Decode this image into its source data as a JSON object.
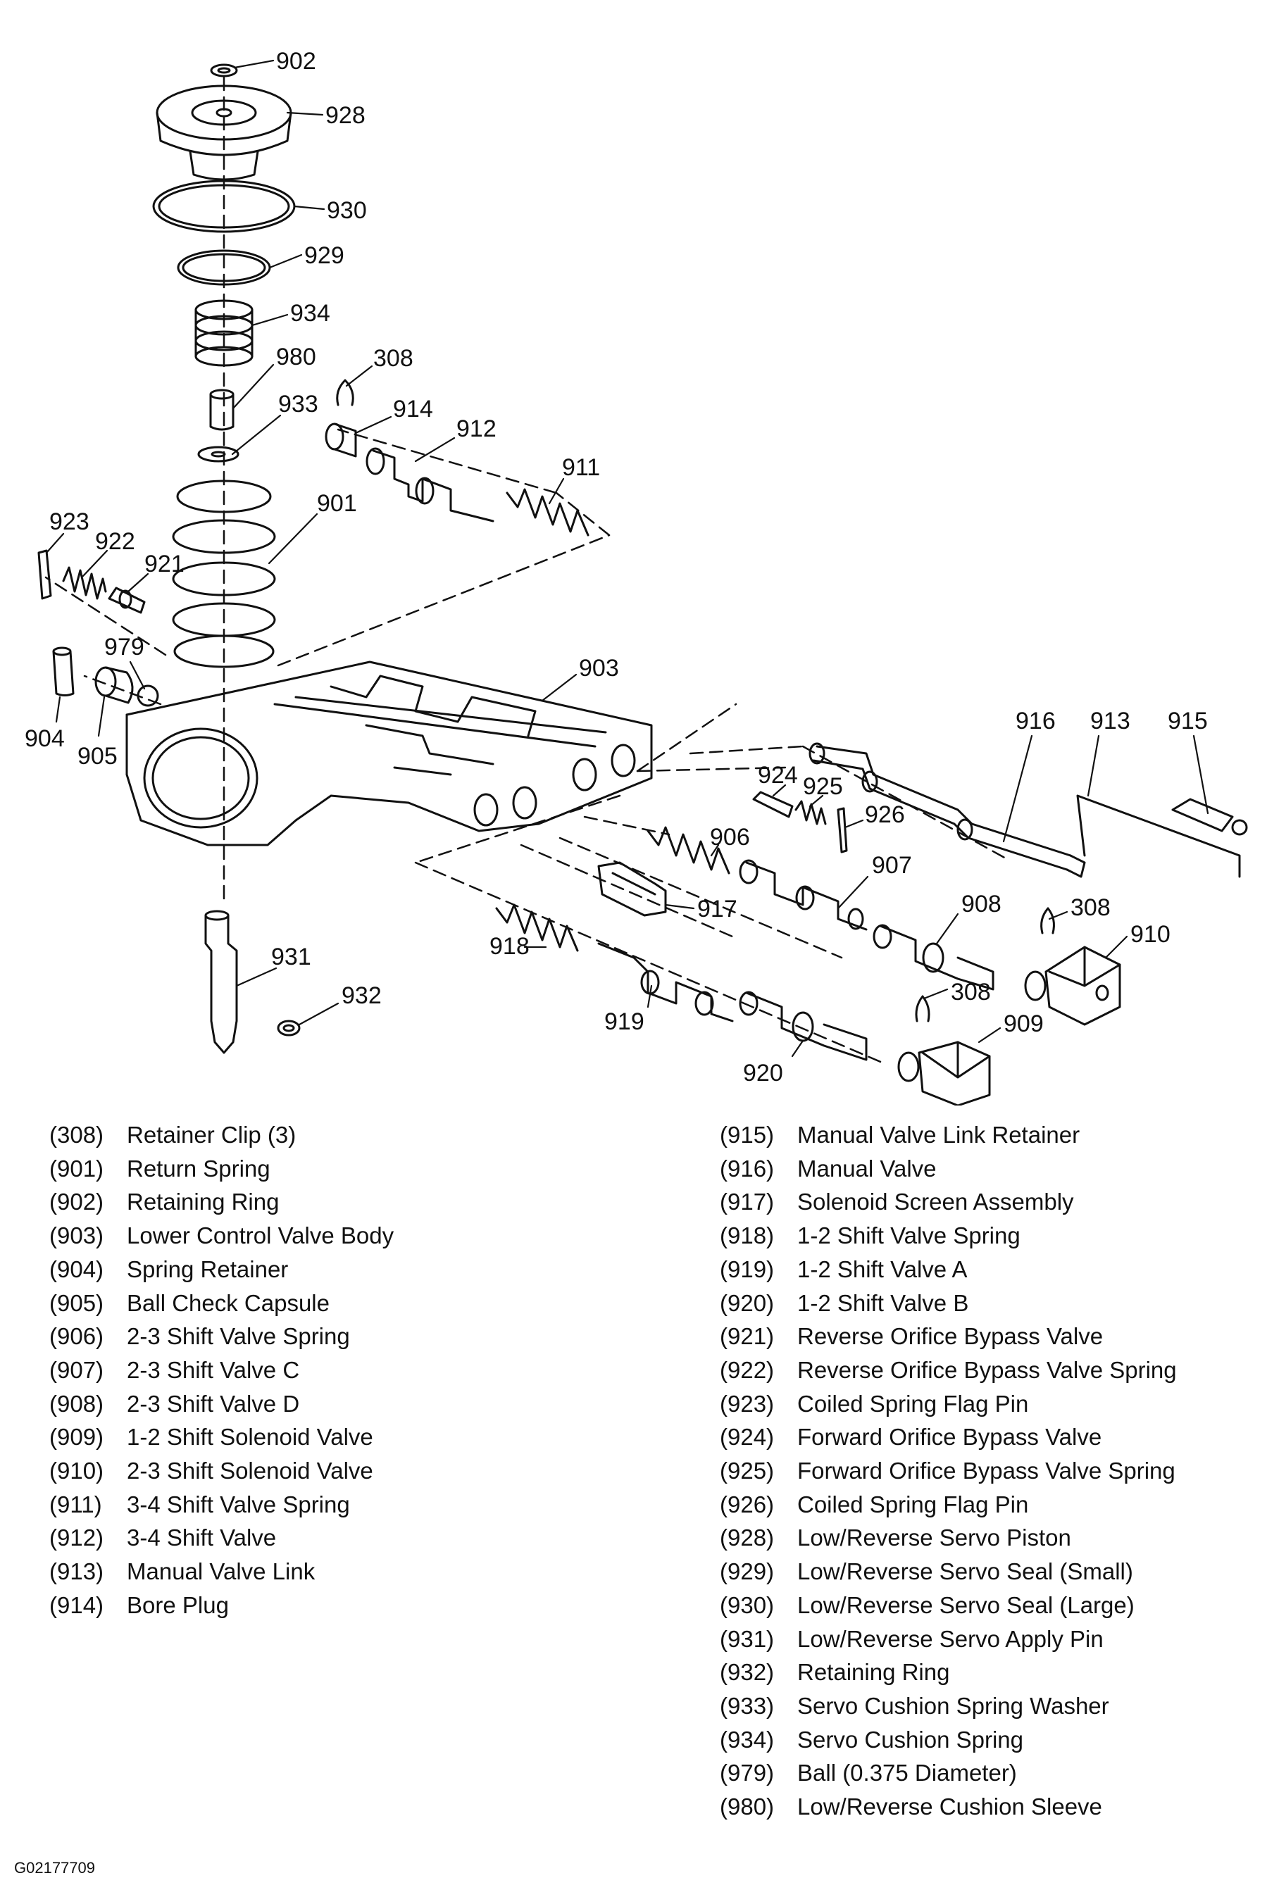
{
  "callouts": [
    "902",
    "928",
    "930",
    "929",
    "934",
    "980",
    "308",
    "933",
    "914",
    "912",
    "911",
    "923",
    "922",
    "921",
    "901",
    "979",
    "904",
    "905",
    "903",
    "916",
    "913",
    "915",
    "924",
    "925",
    "926",
    "906",
    "907",
    "917",
    "908",
    "308",
    "910",
    "931",
    "932",
    "918",
    "919",
    "308",
    "909",
    "920"
  ],
  "legend_left": [
    {
      "num": "(308)",
      "label": "Retainer Clip (3)"
    },
    {
      "num": "(901)",
      "label": "Return Spring"
    },
    {
      "num": "(902)",
      "label": "Retaining Ring"
    },
    {
      "num": "(903)",
      "label": "Lower Control Valve Body"
    },
    {
      "num": "(904)",
      "label": "Spring Retainer"
    },
    {
      "num": "(905)",
      "label": "Ball Check Capsule"
    },
    {
      "num": "(906)",
      "label": "2-3 Shift Valve Spring"
    },
    {
      "num": "(907)",
      "label": "2-3 Shift Valve C"
    },
    {
      "num": "(908)",
      "label": "2-3 Shift Valve D"
    },
    {
      "num": "(909)",
      "label": "1-2 Shift Solenoid Valve"
    },
    {
      "num": "(910)",
      "label": "2-3 Shift Solenoid Valve"
    },
    {
      "num": "(911)",
      "label": "3-4 Shift Valve Spring"
    },
    {
      "num": "(912)",
      "label": "3-4 Shift Valve"
    },
    {
      "num": "(913)",
      "label": "Manual Valve Link"
    },
    {
      "num": "(914)",
      "label": "Bore Plug"
    }
  ],
  "legend_right": [
    {
      "num": "(915)",
      "label": "Manual Valve Link Retainer"
    },
    {
      "num": "(916)",
      "label": "Manual Valve"
    },
    {
      "num": "(917)",
      "label": "Solenoid Screen Assembly"
    },
    {
      "num": "(918)",
      "label": "1-2 Shift Valve Spring"
    },
    {
      "num": "(919)",
      "label": "1-2 Shift Valve A"
    },
    {
      "num": "(920)",
      "label": "1-2 Shift Valve B"
    },
    {
      "num": "(921)",
      "label": "Reverse Orifice Bypass Valve"
    },
    {
      "num": "(922)",
      "label": "Reverse Orifice Bypass Valve Spring"
    },
    {
      "num": "(923)",
      "label": "Coiled Spring Flag Pin"
    },
    {
      "num": "(924)",
      "label": "Forward Orifice Bypass Valve"
    },
    {
      "num": "(925)",
      "label": "Forward Orifice Bypass Valve Spring"
    },
    {
      "num": "(926)",
      "label": "Coiled Spring Flag Pin"
    },
    {
      "num": "(928)",
      "label": "Low/Reverse Servo Piston"
    },
    {
      "num": "(929)",
      "label": "Low/Reverse Servo Seal (Small)"
    },
    {
      "num": "(930)",
      "label": "Low/Reverse Servo Seal (Large)"
    },
    {
      "num": "(931)",
      "label": "Low/Reverse Servo Apply Pin"
    },
    {
      "num": "(932)",
      "label": "Retaining Ring"
    },
    {
      "num": "(933)",
      "label": "Servo Cushion Spring Washer"
    },
    {
      "num": "(934)",
      "label": "Servo Cushion Spring"
    },
    {
      "num": "(979)",
      "label": "Ball (0.375 Diameter)"
    },
    {
      "num": "(980)",
      "label": "Low/Reverse Cushion Sleeve"
    }
  ],
  "figure_code": "G02177709"
}
